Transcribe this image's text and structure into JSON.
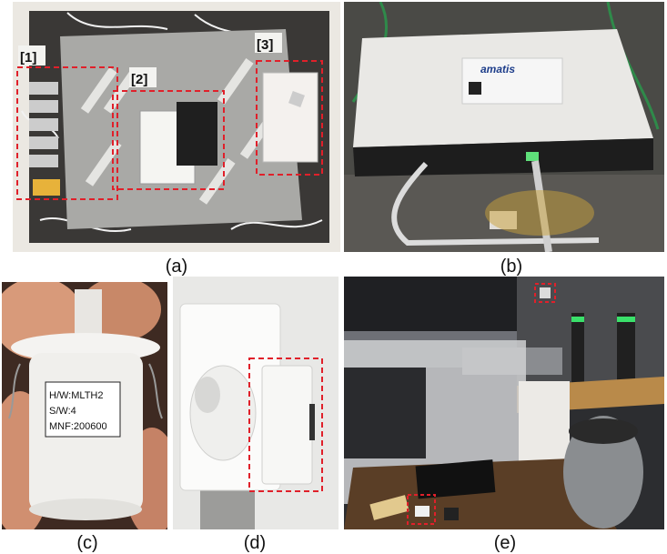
{
  "figure": {
    "panels": [
      {
        "id": "a",
        "caption": "(a)",
        "callouts": [
          "[1]",
          "[2]",
          "[3]"
        ]
      },
      {
        "id": "b",
        "caption": "(b)",
        "device_label": "amatis"
      },
      {
        "id": "c",
        "caption": "(c)",
        "sticker_lines": [
          "H/W:MLTH2",
          "S/W:4",
          "MNF:200600"
        ]
      },
      {
        "id": "d",
        "caption": "(d)"
      },
      {
        "id": "e",
        "caption": "(e)"
      }
    ],
    "colors": {
      "highlight": "#e0202a",
      "caption_text": "#111111"
    }
  }
}
